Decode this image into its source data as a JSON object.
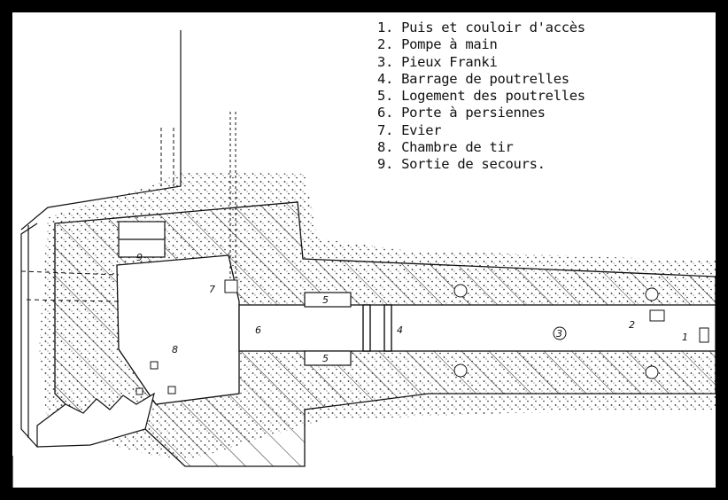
{
  "legend": [
    "1. Puis et couloir d'accès",
    "2. Pompe à main",
    "3. Pieux Franki",
    "4. Barrage de poutrelles",
    "5. Logement des poutrelles",
    "6. Porte à persiennes",
    "7. Evier",
    "8. Chambre de tir",
    "9. Sortie de secours."
  ],
  "plan_labels": {
    "n1": "1",
    "n2": "2",
    "n3": "3",
    "n4": "4",
    "n5_top": "5",
    "n5_bottom": "5",
    "n6": "6",
    "n7": "7",
    "n8": "8",
    "n9": "9"
  },
  "colors": {
    "frame": "#000000",
    "paper": "#ffffff",
    "ink": "#111111"
  }
}
